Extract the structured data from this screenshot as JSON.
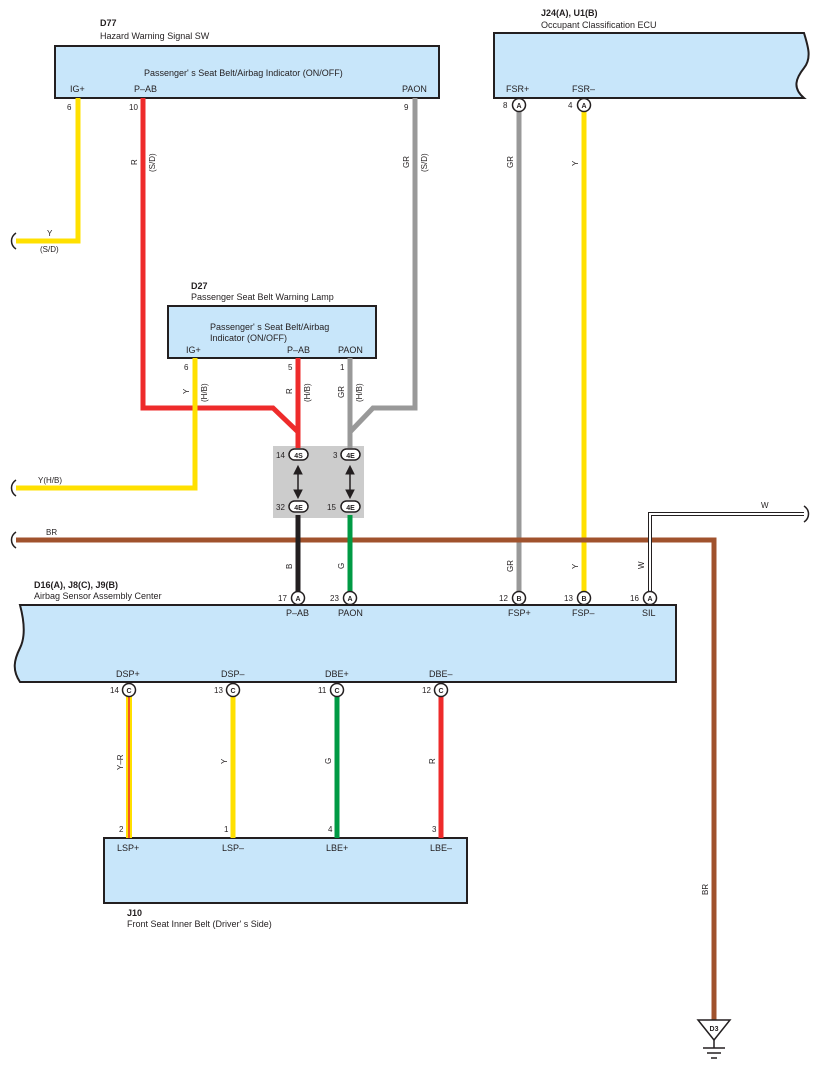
{
  "components": {
    "d77": {
      "code": "D77",
      "name": "Hazard Warning Signal SW",
      "inner": "Passenger' s Seat Belt/Airbag Indicator (ON/OFF)",
      "pins": [
        {
          "name": "IG+",
          "num": "6"
        },
        {
          "name": "P–AB",
          "num": "10"
        },
        {
          "name": "PAON",
          "num": "9"
        }
      ]
    },
    "j24": {
      "code": "J24(A), U1(B)",
      "name": "Occupant Classification ECU",
      "pins": [
        {
          "name": "FSR+",
          "num": "8",
          "conn": "A"
        },
        {
          "name": "FSR–",
          "num": "4",
          "conn": "A"
        }
      ]
    },
    "d27": {
      "code": "D27",
      "name": "Passenger Seat Belt Warning Lamp",
      "inner_line1": "Passenger' s Seat Belt/Airbag",
      "inner_line2": "Indicator (ON/OFF)",
      "pins": [
        {
          "name": "IG+",
          "num": "6"
        },
        {
          "name": "P–AB",
          "num": "5"
        },
        {
          "name": "PAON",
          "num": "1"
        }
      ]
    },
    "d16": {
      "code": "D16(A), J8(C), J9(B)",
      "name": "Airbag Sensor Assembly Center",
      "top_pins": [
        {
          "name": "P–AB",
          "num": "17",
          "conn": "A"
        },
        {
          "name": "PAON",
          "num": "23",
          "conn": "A"
        },
        {
          "name": "FSP+",
          "num": "12",
          "conn": "B"
        },
        {
          "name": "FSP–",
          "num": "13",
          "conn": "B"
        },
        {
          "name": "SIL",
          "num": "16",
          "conn": "A"
        }
      ],
      "bottom_pins": [
        {
          "name": "DSP+",
          "num": "14",
          "conn": "C"
        },
        {
          "name": "DSP–",
          "num": "13",
          "conn": "C"
        },
        {
          "name": "DBE+",
          "num": "11",
          "conn": "C"
        },
        {
          "name": "DBE–",
          "num": "12",
          "conn": "C"
        }
      ]
    },
    "j10": {
      "code": "J10",
      "name": "Front Seat Inner Belt (Driver' s Side)",
      "pins": [
        {
          "name": "LSP+",
          "num": "2"
        },
        {
          "name": "LSP–",
          "num": "1"
        },
        {
          "name": "LBE+",
          "num": "4"
        },
        {
          "name": "LBE–",
          "num": "3"
        }
      ]
    }
  },
  "junction": {
    "top": [
      {
        "num": "14",
        "conn": "4S"
      },
      {
        "num": "3",
        "conn": "4E"
      }
    ],
    "bottom": [
      {
        "num": "32",
        "conn": "4E"
      },
      {
        "num": "15",
        "conn": "4E"
      }
    ]
  },
  "ground": {
    "code": "D3"
  },
  "wire_labels": {
    "y_sd_color": "Y",
    "y_sd_note": "(S/D)",
    "r_sd": "R",
    "r_sd_note": "(S/D)",
    "gr_sd": "GR",
    "gr_sd_note": "(S/D)",
    "gr_fsr": "GR",
    "y_fsr": "Y",
    "y_hb": "Y",
    "y_hb_note": "(H/B)",
    "r_hb": "R",
    "r_hb_note": "(H/B)",
    "gr_hb": "GR",
    "gr_hb_note": "(H/B)",
    "y_hb_left": "Y(H/B)",
    "br_left": "BR",
    "w_right": "W",
    "b_lower": "B",
    "g_lower": "G",
    "gr_lower": "GR",
    "y_lower": "Y",
    "w_lower": "W",
    "yr_bottom": "Y–R",
    "y_bottom": "Y",
    "g_bottom": "G",
    "r_bottom": "R",
    "br_right": "BR"
  },
  "colors": {
    "component_fill": "#c8e6fa",
    "yellow": "#ffe000",
    "red": "#ee2b2b",
    "gray": "#999999",
    "brown": "#a0522d",
    "green": "#009a44",
    "black": "#231f20",
    "white": "#ffffff"
  }
}
